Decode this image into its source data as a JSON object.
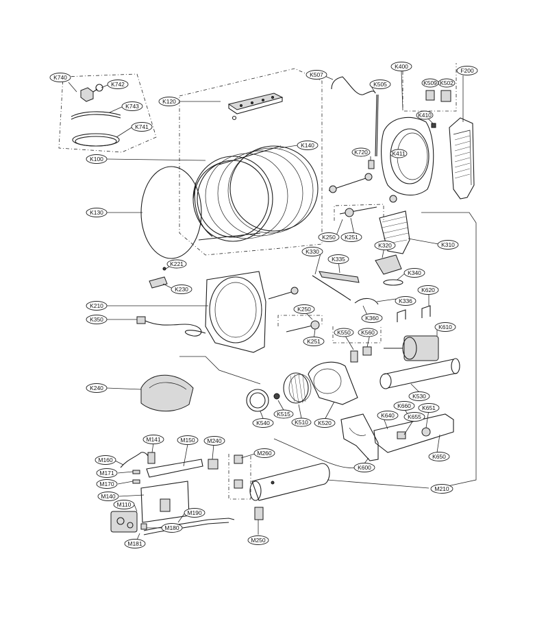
{
  "labels": {
    "K740": "K740",
    "K742": "K742",
    "K743": "K743",
    "K741": "K741",
    "K120": "K120",
    "K100": "K100",
    "K140": "K140",
    "K130": "K130",
    "K507": "K507",
    "K505": "K505",
    "K400": "K400",
    "K509": "K509",
    "K502": "K502",
    "F200": "F200",
    "K410": "K410",
    "K411": "K411",
    "K720": "K720",
    "K250a": "K250",
    "K251a": "K251",
    "K320": "K320",
    "K310": "K310",
    "K221": "K221",
    "K230": "K230",
    "K330": "K330",
    "K335": "K335",
    "K340": "K340",
    "K620": "K620",
    "K336": "K336",
    "K210": "K210",
    "K250b": "K250",
    "K360": "K360",
    "K610": "K610",
    "K350": "K350",
    "K251b": "K251",
    "K550": "K550",
    "K560": "K560",
    "K240": "K240",
    "K530": "K530",
    "K540": "K540",
    "K515": "K515",
    "K510": "K510",
    "K520": "K520",
    "K640": "K640",
    "K660": "K660",
    "K651": "K651",
    "K655": "K655",
    "K650": "K650",
    "K600": "K600",
    "M141": "M141",
    "M150": "M150",
    "M240": "M240",
    "M260": "M260",
    "M160": "M160",
    "M171": "M171",
    "M170": "M170",
    "M140": "M140",
    "M110": "M110",
    "M190": "M190",
    "M180": "M180",
    "M181": "M181",
    "M210": "M210",
    "M250": "M250"
  }
}
